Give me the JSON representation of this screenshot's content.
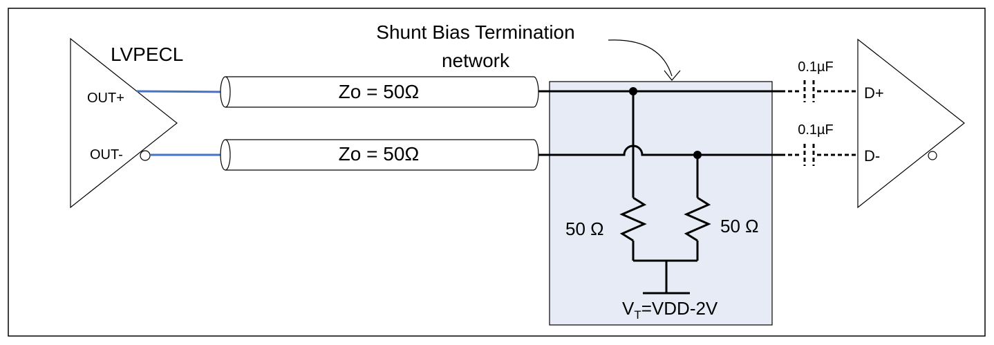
{
  "driver": {
    "label": "LVPECL",
    "out_pos": "OUT+",
    "out_neg": "OUT-"
  },
  "lines": {
    "top": "Zo = 50Ω",
    "bottom": "Zo = 50Ω"
  },
  "network": {
    "title_line1": "Shunt Bias Termination",
    "title_line2": "network"
  },
  "resistors": {
    "left": "50 Ω",
    "right": "50 Ω"
  },
  "vt": {
    "v": "V",
    "sub": "T",
    "rest": "=VDD-2V"
  },
  "caps": {
    "top": "0.1µF",
    "bottom": "0.1µF"
  },
  "receiver": {
    "in_pos": "D+",
    "in_neg": "D-"
  },
  "colors": {
    "network_fill": "#e6ebf5",
    "signal_blue": "#4472c4"
  }
}
